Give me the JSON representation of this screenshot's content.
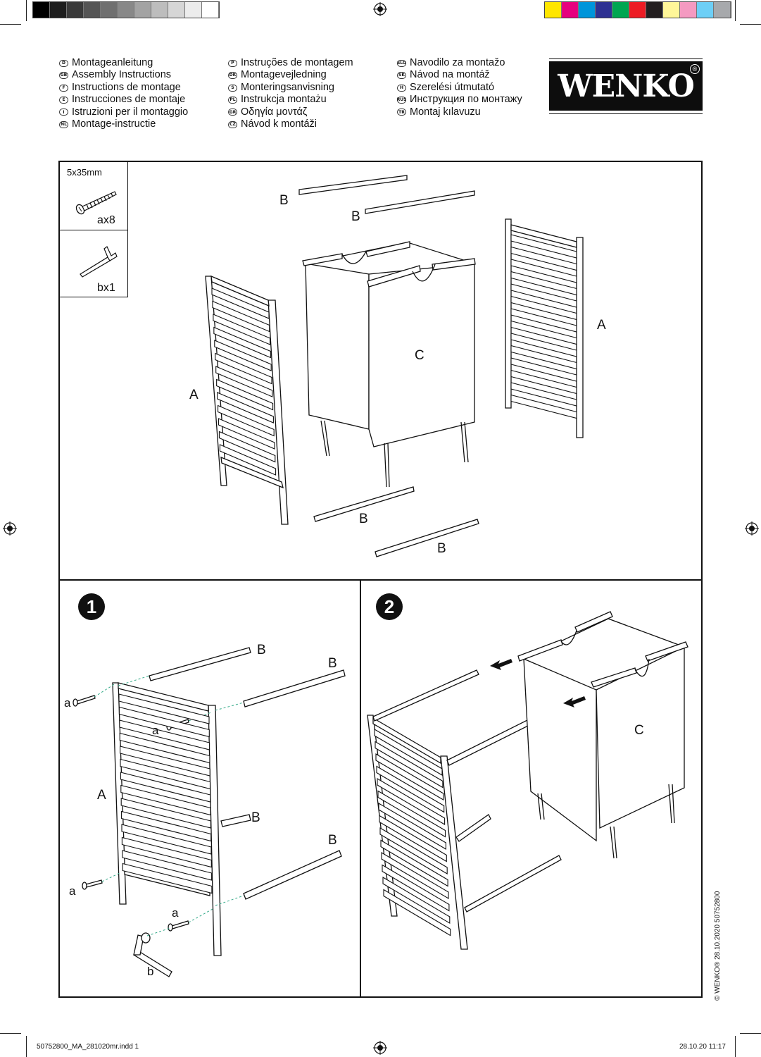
{
  "languages": {
    "col1": [
      {
        "code": "D",
        "text": "Montageanleitung"
      },
      {
        "code": "GB",
        "text": "Assembly Instructions"
      },
      {
        "code": "F",
        "text": "Instructions de montage"
      },
      {
        "code": "E",
        "text": "Instrucciones de montaje"
      },
      {
        "code": "I",
        "text": "Istruzioni per il montaggio"
      },
      {
        "code": "NL",
        "text": "Montage-instructie"
      }
    ],
    "col2": [
      {
        "code": "P",
        "text": "Instruções de montagem"
      },
      {
        "code": "DK",
        "text": "Montagevejledning"
      },
      {
        "code": "S",
        "text": "Monteringsanvisning"
      },
      {
        "code": "PL",
        "text": "Instrukcja montażu"
      },
      {
        "code": "GR",
        "text": "Οδηγία μοντάζ"
      },
      {
        "code": "CZ",
        "text": "Návod k montáži"
      }
    ],
    "col3": [
      {
        "code": "SLO",
        "text": "Navodilo za montažo"
      },
      {
        "code": "SK",
        "text": "Návod na montáž"
      },
      {
        "code": "H",
        "text": "Szerelési útmutató"
      },
      {
        "code": "RUS",
        "text": "Инструкция по монтажу"
      },
      {
        "code": "TR",
        "text": "Montaj kılavuzu"
      }
    ]
  },
  "logo": {
    "text": "WENKO",
    "reg": "®"
  },
  "parts": {
    "screw_size": "5x35mm",
    "screw_qty": "ax8",
    "key_qty": "bx1"
  },
  "overview_labels": {
    "b1": "B",
    "b2": "B",
    "b3": "B",
    "b4": "B",
    "a_left": "A",
    "a_right": "A",
    "c": "C"
  },
  "step1": {
    "number": "1",
    "labels": {
      "b1": "B",
      "b2": "B",
      "b3": "B",
      "b4": "B",
      "a_panel": "A",
      "a1": "a",
      "a2": "a",
      "a3": "a",
      "a4": "a",
      "b_key": "b"
    }
  },
  "step2": {
    "number": "2",
    "labels": {
      "c": "C"
    }
  },
  "copyright": "© WENKO® 28.10.2020 50752800",
  "footer": {
    "file": "50752800_MA_281020mr.indd   1",
    "date": "28.10.20   11:17"
  },
  "colors": {
    "gray_bars": [
      "#000000",
      "#1e1e1e",
      "#3a3a3a",
      "#555555",
      "#6f6f6f",
      "#888888",
      "#a3a3a3",
      "#bdbdbd",
      "#d6d6d6",
      "#ececec",
      "#ffffff"
    ],
    "color_bars": [
      "#ffe600",
      "#e6007e",
      "#0095da",
      "#2e3192",
      "#00a651",
      "#ed1c24",
      "#231f20",
      "#fff799",
      "#f49ac1",
      "#6dcff6",
      "#a7a9ac"
    ]
  }
}
